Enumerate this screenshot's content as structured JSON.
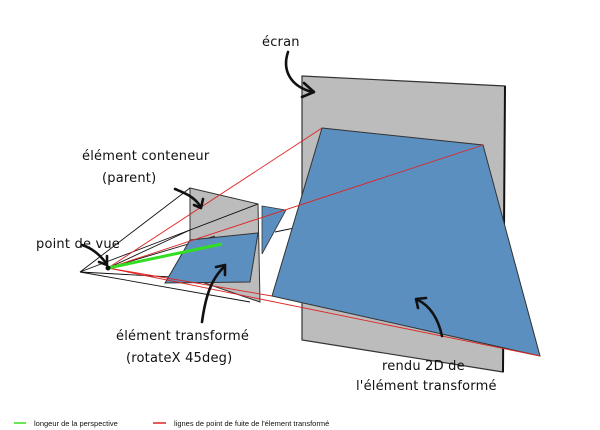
{
  "labels": {
    "screen": "écran",
    "container_line1": "élément conteneur",
    "container_line2": "(parent)",
    "viewpoint": "point de vue",
    "transformed_line1": "élément transformé",
    "transformed_line2": "(rotateX 45deg)",
    "render_line1": "rendu 2D de",
    "render_line2": "l'élément transformé"
  },
  "legend": {
    "perspective": {
      "label": "longeur de la perspective",
      "color": "#33dd22"
    },
    "vanishing_lines": {
      "label": "lignes de point de fuite de l'élement transformé",
      "color": "#e02424"
    }
  },
  "colors": {
    "plane_gray": "#bcbcbc",
    "element_blue": "#5b8fbf",
    "outline": "#111111"
  }
}
